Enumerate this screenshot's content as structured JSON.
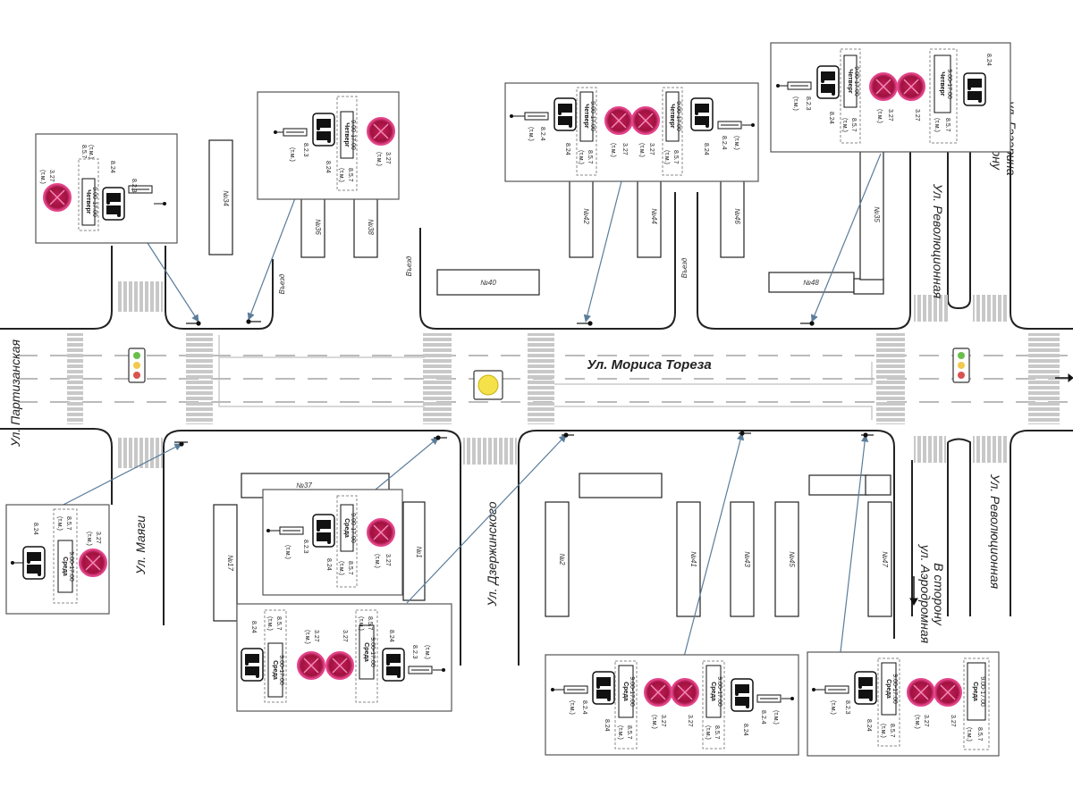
{
  "streets": {
    "main": "Ул. Мориса Тореза",
    "partizanskaya": "Ул. Партизанская",
    "mayi": "Ул. Маяги",
    "dzerzhinskogo": "Ул. Дзержинского",
    "revolyutsionnaya_north": "Ул. Революционная",
    "revolyutsionnaya_south": "Ул. Революционная",
    "to_gagarina_1": "В сторону",
    "to_gagarina_2": "ул. Гагарина",
    "to_aerodromnaya_1": "В сторону",
    "to_aerodromnaya_2": "ул. Аэродромная"
  },
  "driveway": "Въезд",
  "buildings": {
    "b34": "№34",
    "b36": "№36",
    "b38": "№38",
    "b40": "№40",
    "b42": "№42",
    "b44": "№44",
    "b46": "№46",
    "b48": "№48",
    "b35": "№35",
    "b37": "№37",
    "b17": "№17",
    "b1": "№1",
    "b2": "№2",
    "b41": "№41",
    "b43": "№43",
    "b45": "№45",
    "b47": "№47"
  },
  "sign_codes": {
    "no_stopping": "3.27",
    "tow_truck": "8.24",
    "distance": "8.2.3",
    "distance_alt": "8.2.4",
    "time": "8.5.7",
    "both_sides": "(т.м.)",
    "dir": "(т.м.)"
  },
  "sign_days": {
    "thursday": "Четверг",
    "wednesday": "Среда"
  },
  "sign_time": "9.00-17.00",
  "colors": {
    "road_line": "#222222",
    "marking": "#bbbbbb",
    "sign_red": "#b0174a",
    "sign_glow": "#e3448a",
    "leader": "#5a7d9a",
    "traffic_light_green": "#6abf4b",
    "traffic_light_yellow": "#f2c94c",
    "traffic_light_red": "#d9534f",
    "signal_yellow": "#f5e24a"
  },
  "icons": {
    "no_stopping_sign": "no-stopping-icon",
    "tow_truck_sign": "tow-truck-icon",
    "traffic_light": "traffic-light-icon",
    "flashing_signal": "yellow-signal-icon",
    "arrow": "arrow-icon"
  }
}
